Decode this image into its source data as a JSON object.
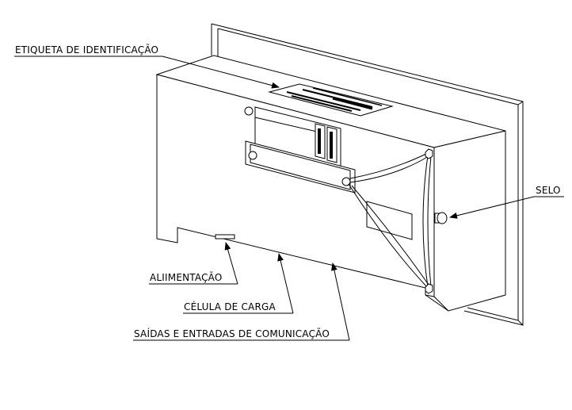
{
  "labels": {
    "etiqueta": "ETIQUETA DE IDENTIFICAÇÃO",
    "selo": "SELO",
    "alimentacao": "ALIIMENTAÇÃO",
    "celula": "CÉLULA DE CARGA",
    "saidas": "SAÍDAS E ENTRADAS DE COMUNICAÇÃO"
  }
}
